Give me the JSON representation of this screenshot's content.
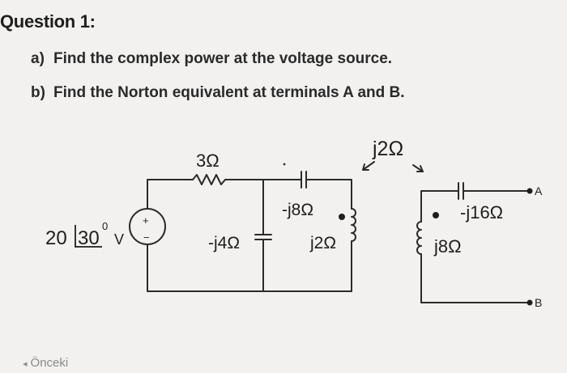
{
  "question": {
    "title": "Question 1:",
    "parts": [
      {
        "label": "a)",
        "text": "Find the complex power at the voltage source."
      },
      {
        "label": "b)",
        "text": "Find the Norton equivalent at terminals A and B."
      }
    ]
  },
  "circuit": {
    "source_magnitude": "20",
    "source_angle": "30",
    "source_degree": "0",
    "source_unit": "V",
    "source_plus": "+",
    "source_minus": "−",
    "r1": "3Ω",
    "c1": "-j4Ω",
    "c2": "-j8Ω",
    "l1": "j2Ω",
    "mutual": "j2Ω",
    "c3": "-j16Ω",
    "l2": "j8Ω",
    "terminal_a": "A",
    "terminal_b": "B"
  },
  "nav": {
    "previous_label": "Önceki",
    "previous_icon": "triangle-left-icon"
  }
}
